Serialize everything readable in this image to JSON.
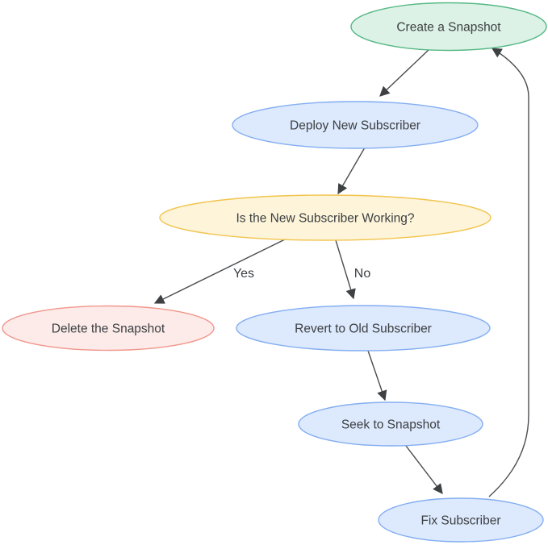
{
  "diagram": {
    "type": "flowchart",
    "background": "#ffffff",
    "nodes": [
      {
        "id": "create-snapshot",
        "label": "Create a Snapshot",
        "shape": "ellipse",
        "fill": "#ddf2e6",
        "stroke": "#55b885"
      },
      {
        "id": "deploy-new-subscriber",
        "label": "Deploy New Subscriber",
        "shape": "ellipse",
        "fill": "#dde9fc",
        "stroke": "#84aef2"
      },
      {
        "id": "is-new-subscriber-working",
        "label": "Is the New Subscriber Working?",
        "shape": "ellipse",
        "fill": "#fdf4d9",
        "stroke": "#f2c44d"
      },
      {
        "id": "delete-the-snapshot",
        "label": "Delete the Snapshot",
        "shape": "ellipse",
        "fill": "#fcebe9",
        "stroke": "#f1968b"
      },
      {
        "id": "revert-to-old-subscriber",
        "label": "Revert to Old Subscriber",
        "shape": "ellipse",
        "fill": "#dde9fc",
        "stroke": "#84aef2"
      },
      {
        "id": "seek-to-snapshot",
        "label": "Seek to Snapshot",
        "shape": "ellipse",
        "fill": "#dde9fc",
        "stroke": "#84aef2"
      },
      {
        "id": "fix-subscriber",
        "label": "Fix Subscriber",
        "shape": "ellipse",
        "fill": "#dde9fc",
        "stroke": "#84aef2"
      }
    ],
    "edges": [
      {
        "from": "create-snapshot",
        "to": "deploy-new-subscriber",
        "label": ""
      },
      {
        "from": "deploy-new-subscriber",
        "to": "is-new-subscriber-working",
        "label": ""
      },
      {
        "from": "is-new-subscriber-working",
        "to": "delete-the-snapshot",
        "label": "Yes"
      },
      {
        "from": "is-new-subscriber-working",
        "to": "revert-to-old-subscriber",
        "label": "No"
      },
      {
        "from": "revert-to-old-subscriber",
        "to": "seek-to-snapshot",
        "label": ""
      },
      {
        "from": "seek-to-snapshot",
        "to": "fix-subscriber",
        "label": ""
      },
      {
        "from": "fix-subscriber",
        "to": "create-snapshot",
        "label": ""
      }
    ],
    "colors": {
      "edge": "#4a4d51",
      "arrow": "#3e4144",
      "text": "#3c4043"
    }
  }
}
